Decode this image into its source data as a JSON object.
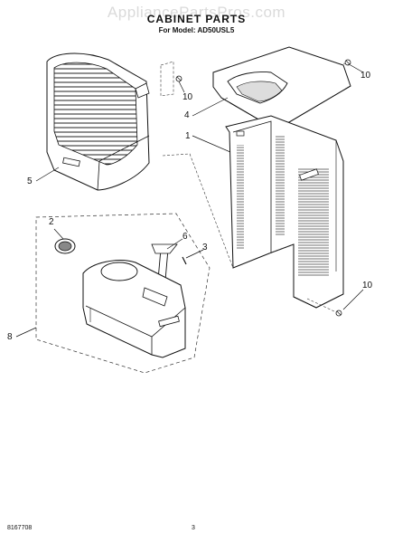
{
  "watermark": "AppliancePartsPros.com",
  "header": {
    "title": "CABINET PARTS",
    "subtitle": "For Model: AD50USL5"
  },
  "callouts": {
    "c1": "1",
    "c2": "2",
    "c3": "3",
    "c4": "4",
    "c5": "5",
    "c6": "6",
    "c8": "8",
    "c10a": "10",
    "c10b": "10",
    "c10c": "10"
  },
  "footer": {
    "doc_number": "8167708",
    "page_number": "3"
  }
}
